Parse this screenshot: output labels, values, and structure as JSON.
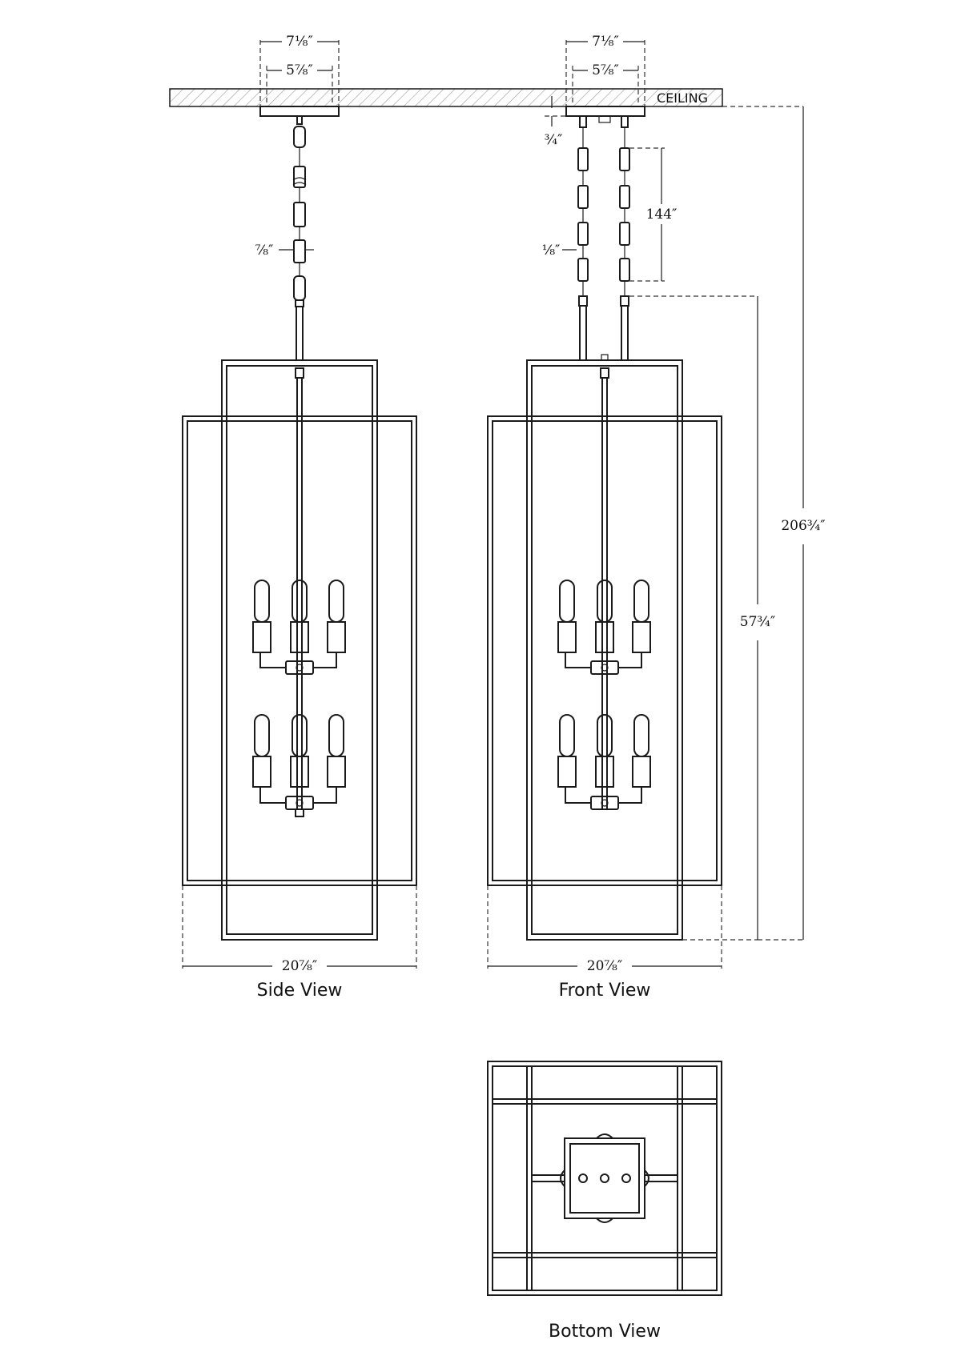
{
  "ceiling_label": "CEILING",
  "views": {
    "side": "Side View",
    "front": "Front View",
    "bottom": "Bottom View"
  },
  "dimensions": {
    "canopy_outer": "7⅛″",
    "canopy_inner": "5⅞″",
    "chain_link_width": "⅞″",
    "canopy_depth": "¾″",
    "chain_gap": "⅛″",
    "chain_length": "144″",
    "fixture_height": "57¾″",
    "overall_height": "206¾″",
    "width_side": "20⅞″",
    "width_front": "20⅞″"
  },
  "colors": {
    "line": "#1a1a1a",
    "hatch": "#9a9a9a",
    "background": "#ffffff"
  }
}
